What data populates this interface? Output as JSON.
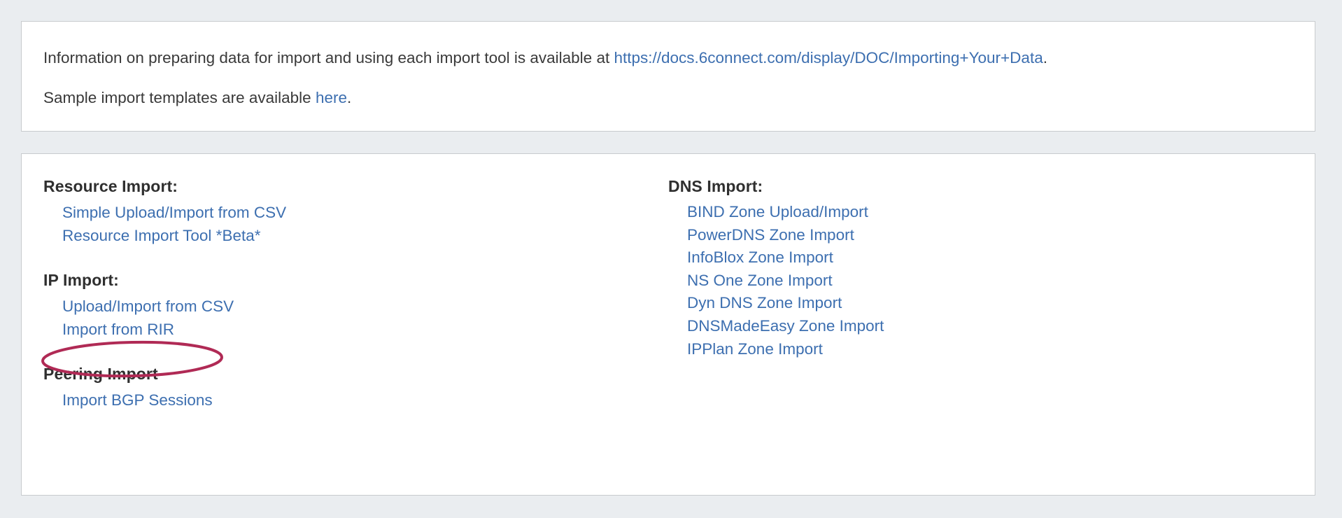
{
  "theme": {
    "page_background": "#eaedf0",
    "panel_background": "#ffffff",
    "panel_border": "#c8cbce",
    "link_color": "#3d6fb0",
    "heading_color": "#2f2f2f",
    "body_text_color": "#3a3a3a",
    "annotation_color": "#b02a55"
  },
  "info_panel": {
    "line1": {
      "prefix": "Information on preparing data for import and using each import tool is available at ",
      "link_text": "https://docs.6connect.com/display/DOC/Importing+Your+Data",
      "suffix": "."
    },
    "line2": {
      "prefix": "Sample import templates are available ",
      "link_text": "here",
      "suffix": "."
    }
  },
  "tools_panel": {
    "left_column": [
      {
        "heading": "Resource Import:",
        "links": [
          "Simple Upload/Import from CSV",
          "Resource Import Tool *Beta*"
        ]
      },
      {
        "heading": "IP Import:",
        "links": [
          "Upload/Import from CSV",
          "Import from RIR"
        ]
      },
      {
        "heading": "Peering Import",
        "links": [
          "Import BGP Sessions"
        ]
      }
    ],
    "right_column": [
      {
        "heading": "DNS Import:",
        "links": [
          "BIND Zone Upload/Import",
          "PowerDNS Zone Import",
          "InfoBlox Zone Import",
          "NS One Zone Import",
          "Dyn DNS Zone Import",
          "DNSMadeEasy Zone Import",
          "IPPlan Zone Import"
        ]
      }
    ]
  },
  "annotation": {
    "target_label": "Import from RIR",
    "shape": "ellipse",
    "color": "#b02a55",
    "stroke_width": 4
  }
}
